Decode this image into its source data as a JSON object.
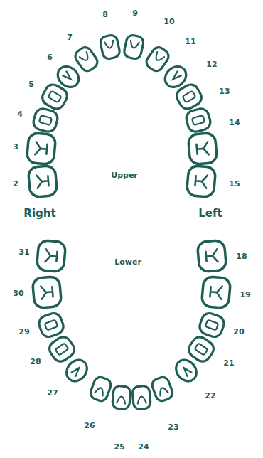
{
  "diagram": {
    "labels": [
      "8",
      "9",
      "10",
      "7",
      "11",
      "6",
      "12",
      "5",
      "13",
      "4",
      "14",
      "3",
      "2",
      "15",
      "Upper",
      "Right",
      "Left",
      "Lower",
      "31",
      "18",
      "30",
      "19",
      "29",
      "20",
      "28",
      "21",
      "27",
      "22",
      "26",
      "23",
      "25",
      "24"
    ]
  }
}
